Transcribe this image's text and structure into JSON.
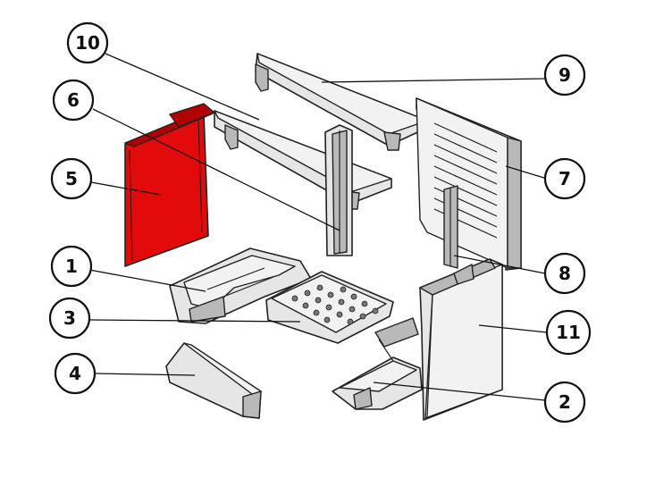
{
  "callouts": [
    {
      "id": "c10",
      "label": "10"
    },
    {
      "id": "c9",
      "label": "9"
    },
    {
      "id": "c6",
      "label": "6"
    },
    {
      "id": "c7",
      "label": "7"
    },
    {
      "id": "c5",
      "label": "5"
    },
    {
      "id": "c1",
      "label": "1"
    },
    {
      "id": "c8",
      "label": "8"
    },
    {
      "id": "c3",
      "label": "3"
    },
    {
      "id": "c11",
      "label": "11"
    },
    {
      "id": "c4",
      "label": "4"
    },
    {
      "id": "c2",
      "label": "2"
    }
  ],
  "highlight_color": "#e20a0a",
  "highlighted_part": "5"
}
